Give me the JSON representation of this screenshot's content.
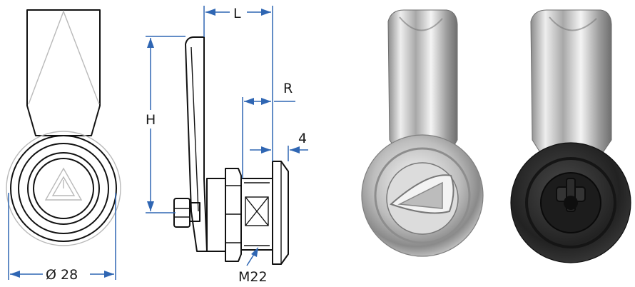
{
  "dimensions": {
    "diameter": "Ø 28",
    "length": "L",
    "height": "H",
    "reach": "R",
    "offset": "4",
    "thread": "M22"
  },
  "colors": {
    "outline": "#111111",
    "dimension": "#2f66b3",
    "ghost": "#b9b9b9",
    "chrome": "#c9c9c9",
    "dark-body": "#2a2a2a"
  },
  "icons": {
    "triangle-key-symbol": "triangle-key-icon",
    "front-view": "front-view-icon"
  }
}
